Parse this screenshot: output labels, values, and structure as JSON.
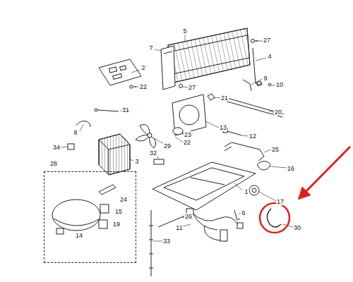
{
  "diagram": {
    "nodes": [
      {
        "text": [
          "28",
          "24",
          "15",
          "19",
          "14"
        ]
      }
    ],
    "labels": [
      "5",
      "27",
      "7",
      "4",
      "2",
      "9",
      "10",
      "22",
      "27",
      "21",
      "31",
      "20",
      "13",
      "8",
      "23",
      "12",
      "22",
      "29",
      "34",
      "25",
      "32",
      "3",
      "16",
      "1",
      "17",
      "6",
      "26",
      "30",
      "11",
      "33"
    ]
  }
}
